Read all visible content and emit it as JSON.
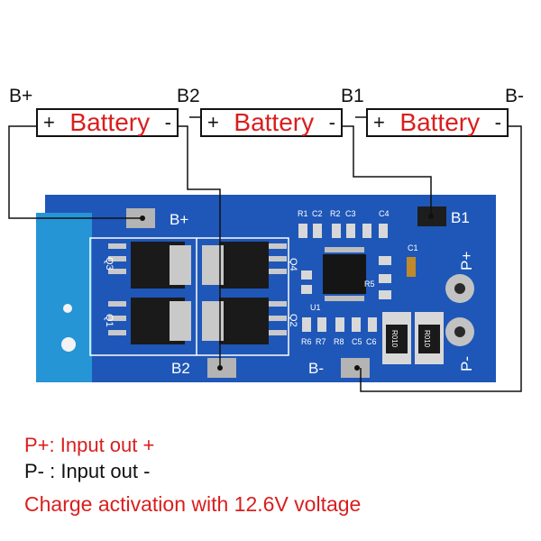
{
  "terminals": {
    "bplus": "B+",
    "b2": "B2",
    "b1": "B1",
    "bminus": "B-"
  },
  "battery": {
    "label": "Battery",
    "plus": "+",
    "minus": "-"
  },
  "board": {
    "pad_bplus": "B+",
    "pad_b1": "B1",
    "pad_b2": "B2",
    "pad_bminus": "B-",
    "out_pplus": "P+",
    "out_pminus": "P-",
    "refs": [
      "R1",
      "C2",
      "R2",
      "C3",
      "C4",
      "C1",
      "R5",
      "U1",
      "R6",
      "R7",
      "R8",
      "C5",
      "C6",
      "Q3",
      "Q1",
      "Q4",
      "Q2"
    ],
    "resistor_code": "R010",
    "colors": {
      "pcb": "#1f57b8",
      "pcb_edge": "#1b8fd0",
      "silk": "#ffffff",
      "pad": "#b4b4b4",
      "wire": "#111111"
    }
  },
  "notes": {
    "line1": "P+: Input out +",
    "line2": "P- : Input out -",
    "line3": "Charge activation with 12.6V voltage"
  }
}
